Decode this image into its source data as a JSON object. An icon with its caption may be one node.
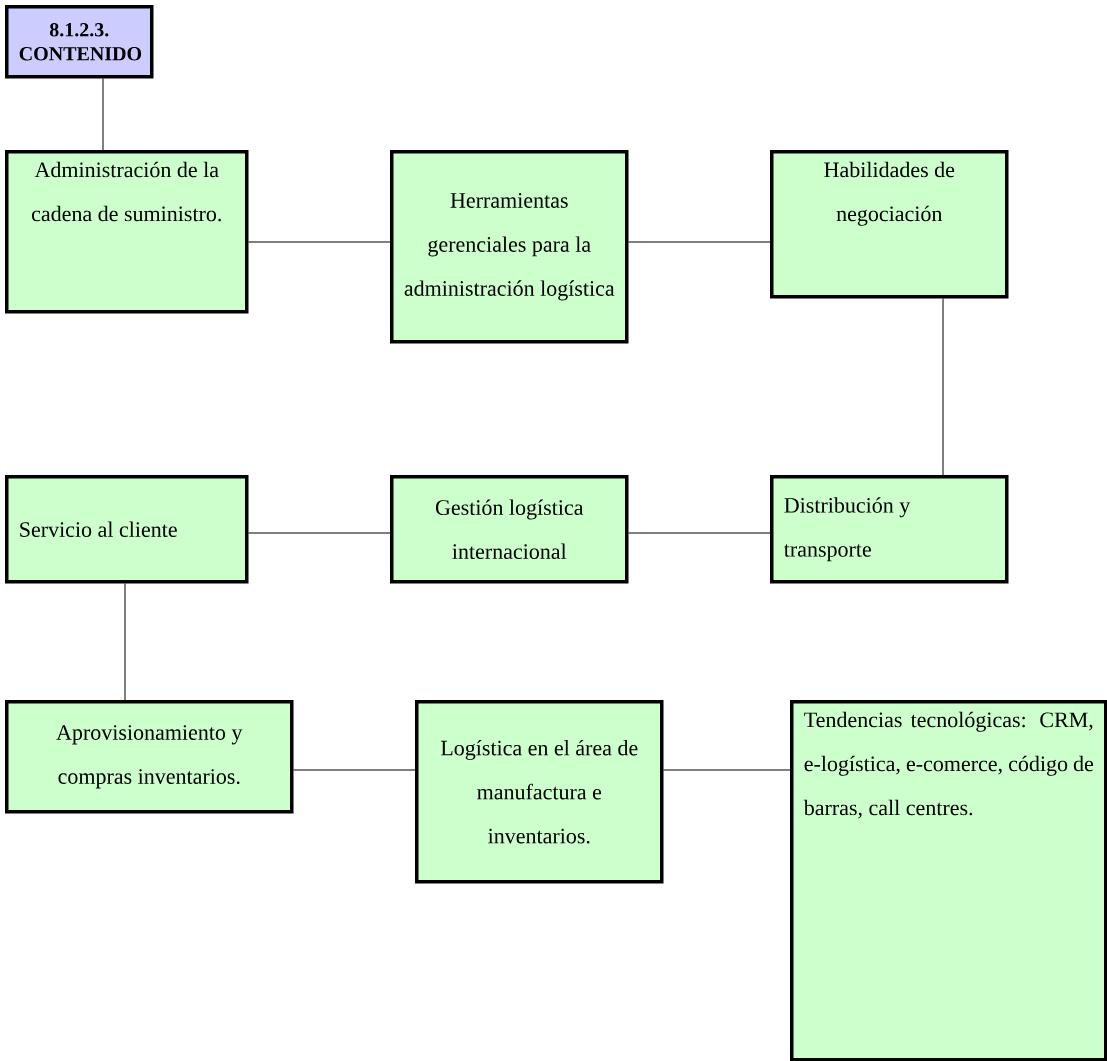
{
  "diagram": {
    "nodes": [
      {
        "text": [
          "8.1.2.3. CONTENIDO"
        ]
      },
      {
        "text": [
          "Administración de la cadena de suministro."
        ]
      },
      {
        "text": [
          "Herramientas gerenciales para la administración logística"
        ]
      },
      {
        "text": [
          "Habilidades de negociación"
        ]
      },
      {
        "text": [
          "Servicio al cliente"
        ]
      },
      {
        "text": [
          "Gestión logística internacional"
        ]
      },
      {
        "text": [
          "Distribución y transporte"
        ]
      },
      {
        "text": [
          "Aprovisionamiento y compras inventarios."
        ]
      },
      {
        "text": [
          "Logística en el área de manufactura e inventarios."
        ]
      },
      {
        "text": [
          "Tendencias tecnológicas: CRM, e-logística, e-comerce, código de barras, call centres."
        ]
      }
    ],
    "edges": [
      {
        "from": 0,
        "to": 1,
        "arrow": "none"
      },
      {
        "from": 1,
        "to": 2,
        "arrow": "none"
      },
      {
        "from": 2,
        "to": 3,
        "arrow": "none"
      },
      {
        "from": 3,
        "to": 6,
        "arrow": "none"
      },
      {
        "from": 5,
        "to": 6,
        "arrow": "none"
      },
      {
        "from": 4,
        "to": 5,
        "arrow": "none"
      },
      {
        "from": 4,
        "to": 7,
        "arrow": "none"
      },
      {
        "from": 7,
        "to": 8,
        "arrow": "none"
      },
      {
        "from": 8,
        "to": 9,
        "arrow": "none"
      }
    ]
  }
}
